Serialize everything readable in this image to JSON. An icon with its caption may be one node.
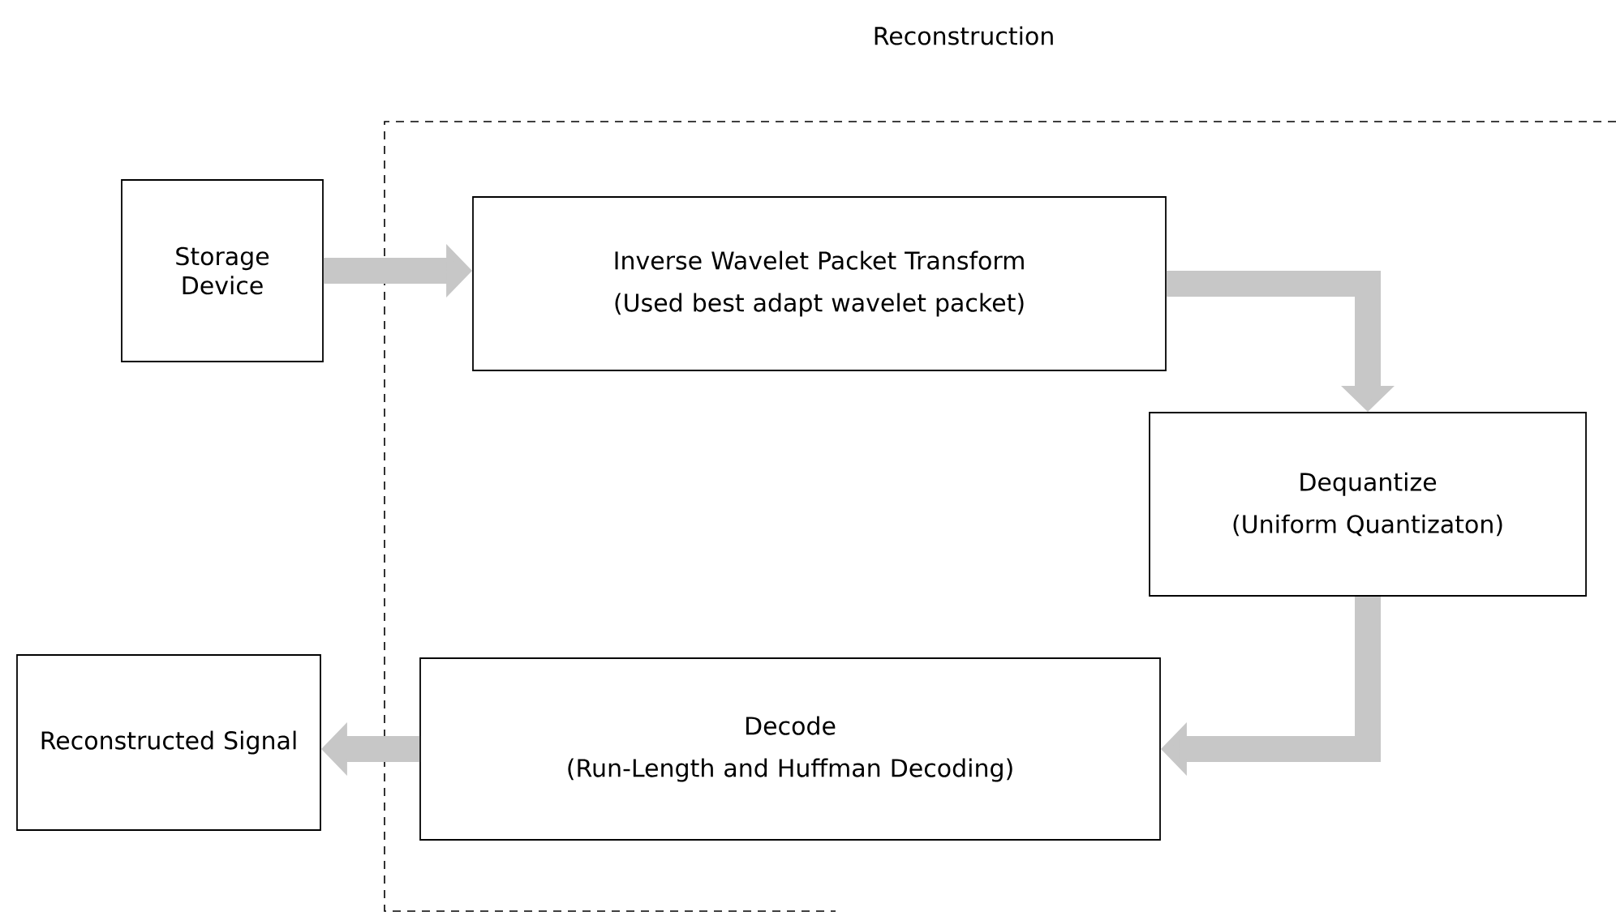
{
  "diagram": {
    "title": "Reconstruction",
    "nodes": [
      {
        "text": [
          "Storage Device"
        ]
      },
      {
        "text": [
          "Inverse Wavelet Packet Transform",
          "(Used best adapt wavelet packet)"
        ]
      },
      {
        "text": [
          "Dequantize",
          "(Uniform Quantizaton)"
        ]
      },
      {
        "text": [
          "Decode",
          "(Run-Length and Huffman Decoding)"
        ]
      },
      {
        "text": [
          "Reconstructed Signal"
        ]
      }
    ],
    "edges": [
      {
        "from": 0,
        "to": 1,
        "arrow": "to"
      },
      {
        "from": 1,
        "to": 2,
        "arrow": "to"
      },
      {
        "from": 2,
        "to": 3,
        "arrow": "to"
      },
      {
        "from": 3,
        "to": 4,
        "arrow": "to"
      }
    ]
  }
}
